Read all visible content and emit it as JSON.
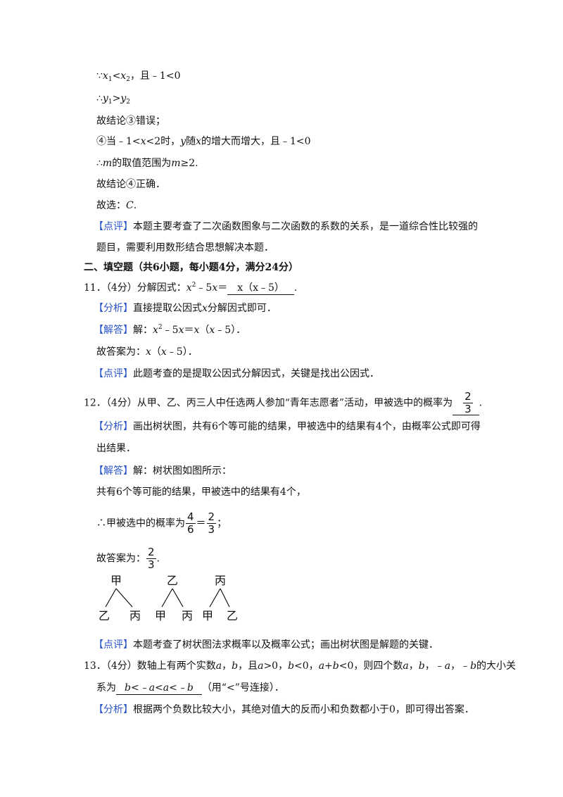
{
  "lines": {
    "l1": {
      "sym": "∵",
      "x1": "x",
      "s1": "1",
      "lt": "<",
      "x2": "x",
      "s2": "2",
      "rest": "，且﹣1<0"
    },
    "l2": {
      "sym": "∴",
      "y1": "y",
      "s1": "1",
      "gt": ">",
      "y2": "y",
      "s2": "2"
    },
    "l3": "故结论③错误；",
    "l4": {
      "pre": "④当﹣1<",
      "x": "x",
      "mid": "<2时，",
      "y": "y",
      "mid2": "随",
      "x2": "x",
      "post": "的增大而增大，且﹣1<0"
    },
    "l5": {
      "pre": "∴",
      "m": "m",
      "mid": "的取值范围为",
      "m2": "m",
      "post": "≥2."
    },
    "l6": "故结论④正确．",
    "l7": {
      "pre": "故选：",
      "c": "C",
      "post": "."
    },
    "l8": {
      "tag": "【点评】",
      "text": "本题主要考查了二次函数图象与二次函数的系数的关系，是一道综合性比较强的"
    },
    "l9": "题目，需要利用数形结合思想解决本题．"
  },
  "section": "二、填空题（共6小题，每小题4分，满分24分）",
  "q11": {
    "num": "11．",
    "score": "（4分）",
    "stem": "分解因式：",
    "x": "x",
    "sup": "2",
    "expr": "﹣5",
    "x2": "x",
    "eq": "＝",
    "answer": "x（x﹣5）",
    "end": ".",
    "analysis_tag": "【分析】",
    "analysis_a": "直接提取公因式",
    "analysis_x": "x",
    "analysis_b": "分解因式即可．",
    "solution_tag": "【解答】",
    "solution_a": "解：",
    "solution_x": "x",
    "solution_sup": "2",
    "solution_b": "﹣5",
    "solution_x2": "x",
    "solution_c": "＝",
    "solution_x3": "x",
    "solution_d": "（",
    "solution_x4": "x",
    "solution_e": "﹣5）．",
    "final_a": "故答案为：",
    "final_x": "x",
    "final_b": "（",
    "final_x2": "x",
    "final_c": "﹣5）．",
    "comment_tag": "【点评】",
    "comment": "此题考查的是提取公因式分解因式，关键是找出公因式．"
  },
  "q12": {
    "num": "12．",
    "score": "（4分）",
    "stem": "从甲、乙、丙三人中任选两人参加“青年志愿者”活动，甲被选中的概率为",
    "ans_num": "2",
    "ans_den": "3",
    "end": ".",
    "analysis_tag": "【分析】",
    "analysis1": "画出树状图，共有6个等可能的结果，甲被选中的结果有4个，由概率公式即可得",
    "analysis2": "出结果．",
    "solution_tag": "【解答】",
    "solution1": "解：树状图如图所示：",
    "solution2": "共有6个等可能的结果，甲被选中的结果有4个，",
    "prob_pre": "∴甲被选中的概率为",
    "f1_num": "4",
    "f1_den": "6",
    "eq": "＝",
    "f2_num": "2",
    "f2_den": "3",
    "prob_end": "；",
    "final_pre": "故答案为：",
    "final_num": "2",
    "final_den": "3",
    "final_end": ".",
    "tree": [
      {
        "root": "甲",
        "left": "乙",
        "right": "丙"
      },
      {
        "root": "乙",
        "left": "甲",
        "right": "丙"
      },
      {
        "root": "丙",
        "left": "甲",
        "right": "乙"
      }
    ],
    "comment_tag": "【点评】",
    "comment": "本题考查了树状图法求概率以及概率公式；画出树状图是解题的关键．"
  },
  "q13": {
    "num": "13．",
    "score": "（4分）",
    "s1": "数轴上有两个实数",
    "a": "a",
    "c1": "，",
    "b": "b",
    "s2": "，且",
    "a2": "a",
    "s3": ">0，",
    "b2": "b",
    "s4": "<0，",
    "ab": "a+b",
    "s5": "<0，则四个数",
    "a3": "a",
    "c2": "，",
    "b3": "b",
    "s6": "，﹣",
    "a4": "a",
    "s7": "，﹣",
    "b4": "b",
    "s8": "的大小关",
    "line2_a": "系为",
    "answer": "b<﹣a<a<﹣b",
    "line2_b": "（用“<”号连接）．",
    "analysis_tag": "【分析】",
    "analysis": "根据两个负数比较大小，其绝对值大的反而小和负数都小于0，即可得出答案．"
  }
}
